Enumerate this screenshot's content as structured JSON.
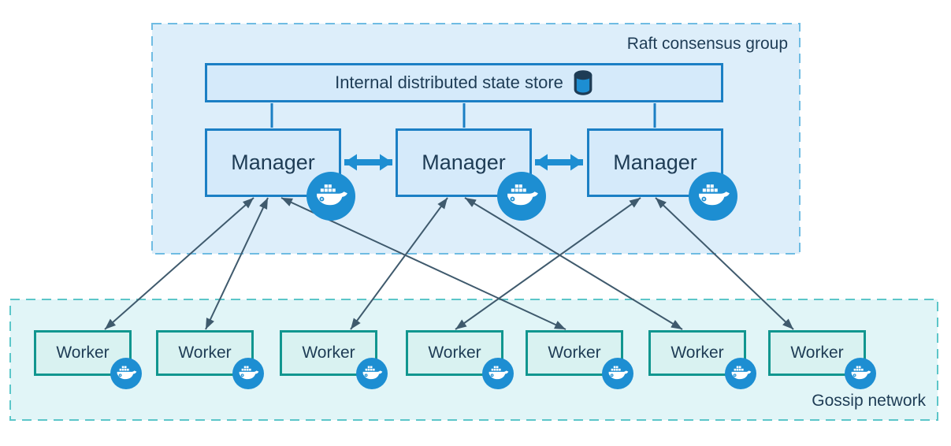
{
  "colors": {
    "raft-fill": "#ddeefa",
    "raft-border": "#6fbce3",
    "gossip-fill": "#e1f5f7",
    "gossip-border": "#5cc6c9",
    "manager-fill": "#d5eafa",
    "manager-border": "#1b7fc4",
    "worker-fill": "#d9f2f1",
    "worker-border": "#11968f",
    "docker-blue": "#1d8ed2",
    "arrow": "#3f5a6d",
    "text": "#1e3c55"
  },
  "raft_group": {
    "label": "Raft consensus group",
    "state_store": {
      "label": "Internal distributed state store",
      "icon": "database-icon"
    },
    "managers": [
      {
        "id": "m1",
        "label": "Manager",
        "icon": "docker-whale-icon"
      },
      {
        "id": "m2",
        "label": "Manager",
        "icon": "docker-whale-icon"
      },
      {
        "id": "m3",
        "label": "Manager",
        "icon": "docker-whale-icon"
      }
    ]
  },
  "gossip_network": {
    "label": "Gossip network",
    "workers": [
      {
        "id": "w1",
        "label": "Worker",
        "icon": "docker-whale-icon"
      },
      {
        "id": "w2",
        "label": "Worker",
        "icon": "docker-whale-icon"
      },
      {
        "id": "w3",
        "label": "Worker",
        "icon": "docker-whale-icon"
      },
      {
        "id": "w4",
        "label": "Worker",
        "icon": "docker-whale-icon"
      },
      {
        "id": "w5",
        "label": "Worker",
        "icon": "docker-whale-icon"
      },
      {
        "id": "w6",
        "label": "Worker",
        "icon": "docker-whale-icon"
      },
      {
        "id": "w7",
        "label": "Worker",
        "icon": "docker-whale-icon"
      }
    ]
  },
  "edges": {
    "store_links": [
      {
        "from": "state_store",
        "to": "m1"
      },
      {
        "from": "state_store",
        "to": "m2"
      },
      {
        "from": "state_store",
        "to": "m3"
      }
    ],
    "manager_peer_links": [
      {
        "from": "m1",
        "to": "m2",
        "style": "thick-double-arrow"
      },
      {
        "from": "m2",
        "to": "m3",
        "style": "thick-double-arrow"
      }
    ],
    "manager_worker_links": [
      {
        "from": "m1",
        "to": "w1",
        "bidirectional": true
      },
      {
        "from": "m1",
        "to": "w2",
        "bidirectional": true
      },
      {
        "from": "m1",
        "to": "w5",
        "bidirectional": true
      },
      {
        "from": "m2",
        "to": "w3",
        "bidirectional": true
      },
      {
        "from": "m2",
        "to": "w6",
        "bidirectional": true
      },
      {
        "from": "m3",
        "to": "w4",
        "bidirectional": true
      },
      {
        "from": "m3",
        "to": "w7",
        "bidirectional": true
      }
    ]
  }
}
